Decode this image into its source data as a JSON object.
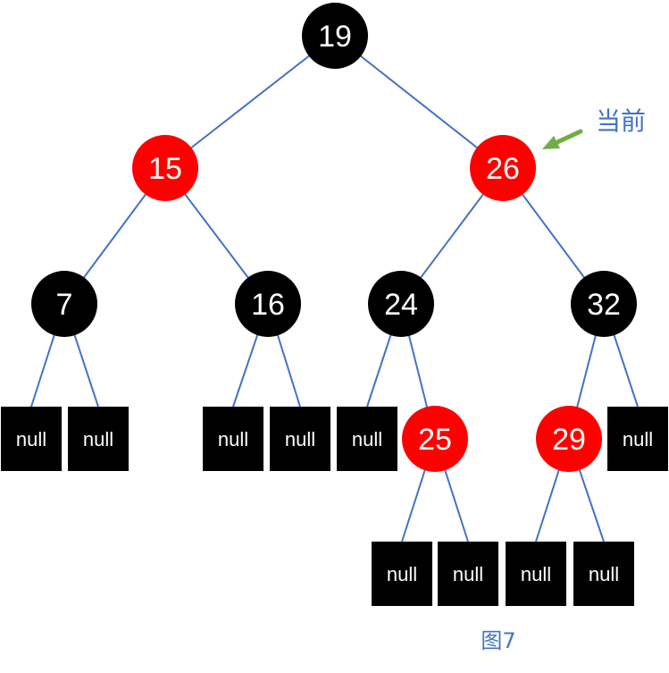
{
  "diagram": {
    "nodes": [
      {
        "id": "n19",
        "label": "19",
        "color": "black"
      },
      {
        "id": "n15",
        "label": "15",
        "color": "red"
      },
      {
        "id": "n26",
        "label": "26",
        "color": "red"
      },
      {
        "id": "n7",
        "label": "7",
        "color": "black"
      },
      {
        "id": "n16",
        "label": "16",
        "color": "black"
      },
      {
        "id": "n24",
        "label": "24",
        "color": "black"
      },
      {
        "id": "n32",
        "label": "32",
        "color": "black"
      },
      {
        "id": "n25",
        "label": "25",
        "color": "red"
      },
      {
        "id": "n29",
        "label": "29",
        "color": "red"
      }
    ],
    "leaves": [
      {
        "id": "l1",
        "label": "null"
      },
      {
        "id": "l2",
        "label": "null"
      },
      {
        "id": "l3",
        "label": "null"
      },
      {
        "id": "l4",
        "label": "null"
      },
      {
        "id": "l5",
        "label": "null"
      },
      {
        "id": "l6",
        "label": "null"
      },
      {
        "id": "l7",
        "label": "null"
      },
      {
        "id": "l8",
        "label": "null"
      },
      {
        "id": "l9",
        "label": "null"
      },
      {
        "id": "l10",
        "label": "null"
      }
    ],
    "edges": [
      [
        "n19",
        "n15"
      ],
      [
        "n19",
        "n26"
      ],
      [
        "n15",
        "n7"
      ],
      [
        "n15",
        "n16"
      ],
      [
        "n26",
        "n24"
      ],
      [
        "n26",
        "n32"
      ],
      [
        "n7",
        "l1"
      ],
      [
        "n7",
        "l2"
      ],
      [
        "n16",
        "l3"
      ],
      [
        "n16",
        "l4"
      ],
      [
        "n24",
        "l5"
      ],
      [
        "n24",
        "n25"
      ],
      [
        "n32",
        "n29"
      ],
      [
        "n32",
        "l6"
      ],
      [
        "n25",
        "l7"
      ],
      [
        "n25",
        "l8"
      ],
      [
        "n29",
        "l9"
      ],
      [
        "n29",
        "l10"
      ]
    ],
    "annotation": "当前",
    "caption": "图7"
  },
  "colors": {
    "red": "#FF0000",
    "black": "#000000",
    "edge": "#4472C4",
    "arrow": "#70AD47",
    "text_blue": "#4472C4"
  }
}
